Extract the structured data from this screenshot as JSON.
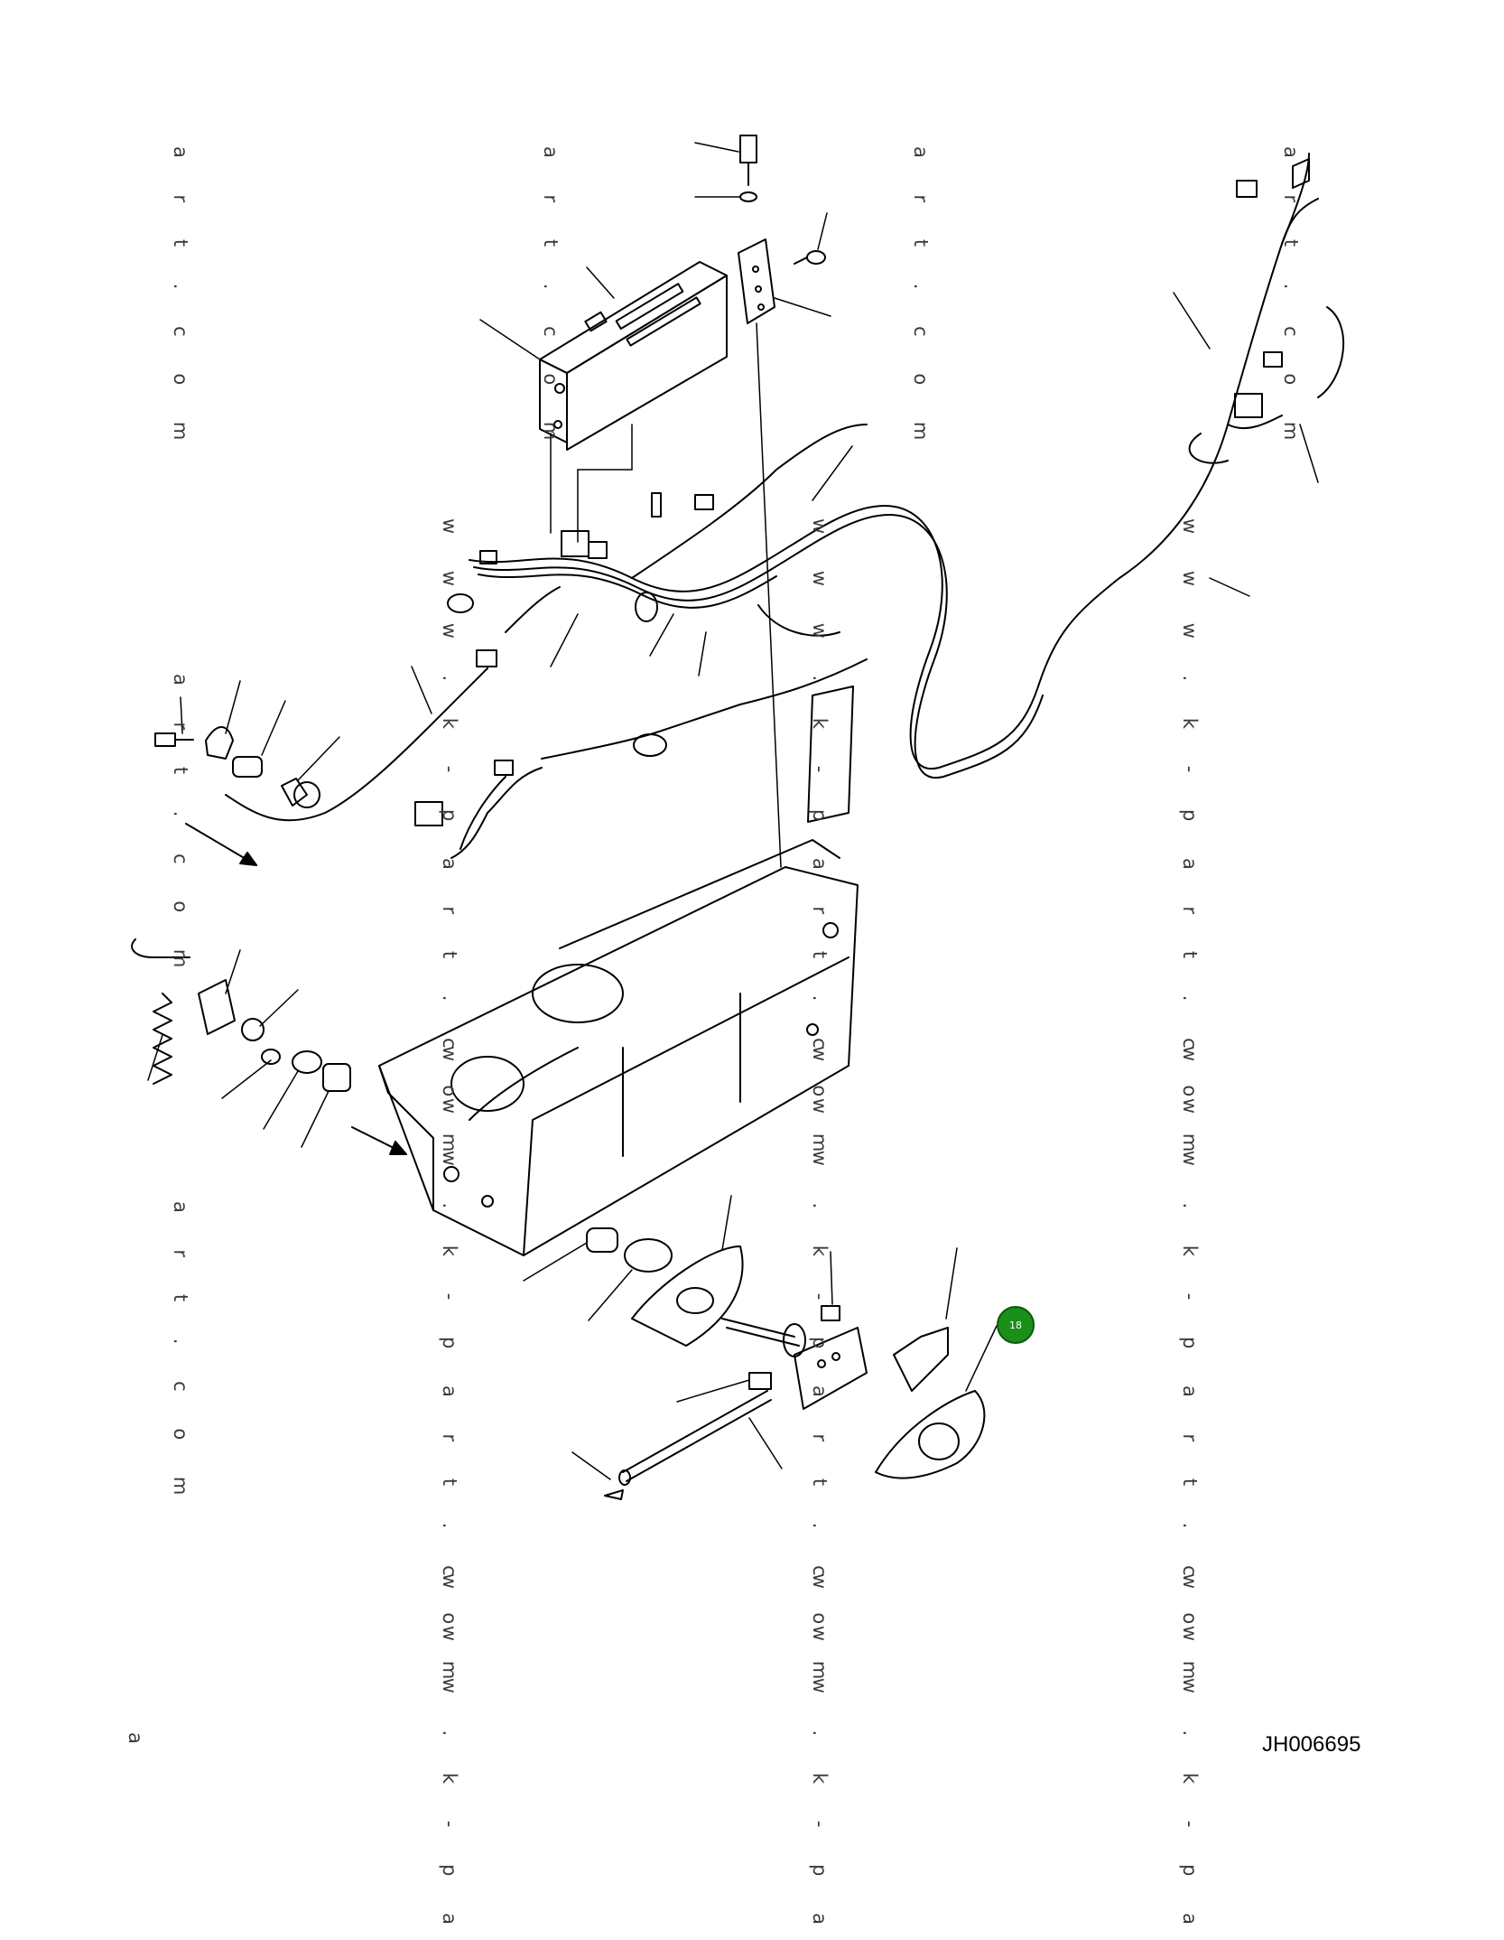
{
  "watermarks": {
    "art_com": "a r t . c o m",
    "www_kpart_com": "w w w . k - p a r t . c o m",
    "www_kpa": "w w w . k - p a",
    "a": "a"
  },
  "reference_code": "JH006695",
  "callouts": [
    {
      "label": "18",
      "color": "#1a8f1a"
    }
  ]
}
